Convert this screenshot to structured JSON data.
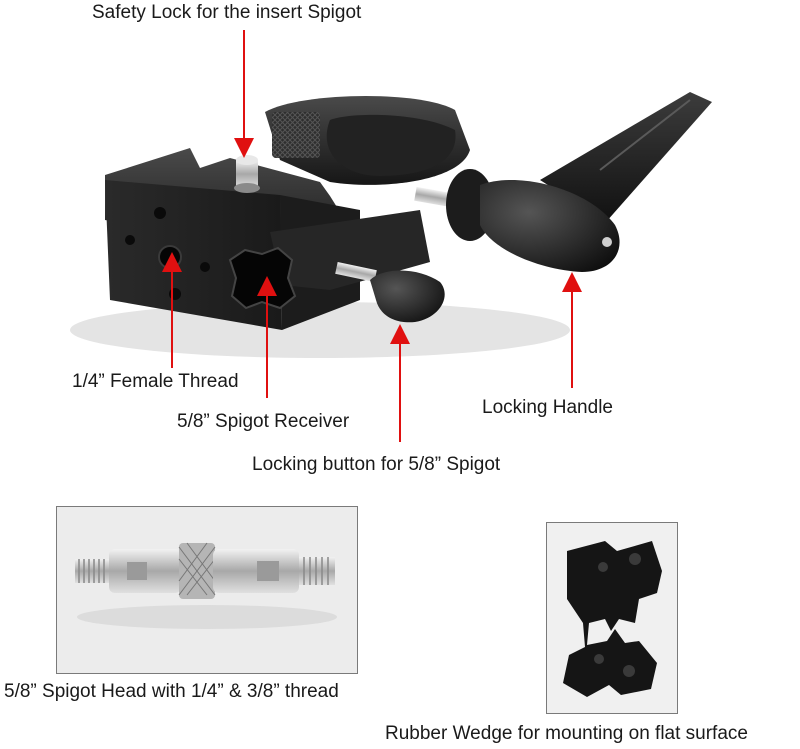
{
  "labels": {
    "safety_lock": "Safety Lock for the insert Spigot",
    "female_thread": "1/4” Female Thread",
    "spigot_receiver": "5/8” Spigot Receiver",
    "locking_handle": "Locking Handle",
    "locking_button": "Locking button for 5/8” Spigot",
    "spigot_head": "5/8” Spigot Head with 1/4” & 3/8” thread",
    "rubber_wedge": "Rubber Wedge for mounting on flat surface"
  },
  "colors": {
    "arrow": "#e01010",
    "clamp_body": "#2b2b2b",
    "metal": "#c8c8c8"
  }
}
